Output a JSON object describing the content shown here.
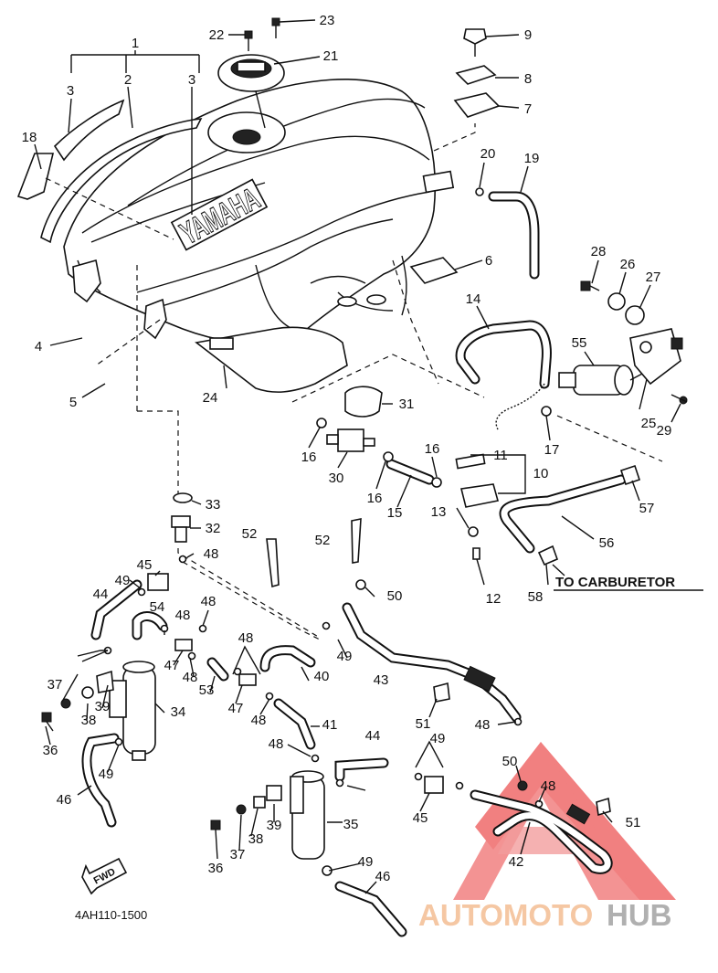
{
  "diagram": {
    "part_labels": [
      "1",
      "2",
      "3",
      "3",
      "18",
      "4",
      "5",
      "24",
      "22",
      "23",
      "21",
      "9",
      "8",
      "7",
      "20",
      "19",
      "6",
      "28",
      "26",
      "27",
      "14",
      "55",
      "25",
      "29",
      "31",
      "16",
      "30",
      "16",
      "16",
      "15",
      "11",
      "10",
      "13",
      "12",
      "17",
      "57",
      "56",
      "58",
      "33",
      "32",
      "52",
      "52",
      "45",
      "48",
      "49",
      "44",
      "54",
      "48",
      "48",
      "47",
      "53",
      "48",
      "40",
      "47",
      "48",
      "49",
      "43",
      "50",
      "37",
      "39",
      "38",
      "34",
      "36",
      "49",
      "46",
      "41",
      "48",
      "44",
      "48",
      "49",
      "45",
      "50",
      "48",
      "51",
      "42",
      "51",
      "48",
      "35",
      "39",
      "38",
      "37",
      "36",
      "49",
      "46"
    ],
    "to_carburetor": "TO CARBURETOR",
    "tank_emblem": "YAMAHA",
    "fwd_arrow": "FWD",
    "diagram_code": "4AH110-1500",
    "watermark": {
      "text_part1": "AUTOMOTO",
      "text_part2": "HUB",
      "color_part1": "#f5c7a3",
      "color_part2": "#b0b0b0",
      "logo_color": "#ef6a6a"
    }
  }
}
